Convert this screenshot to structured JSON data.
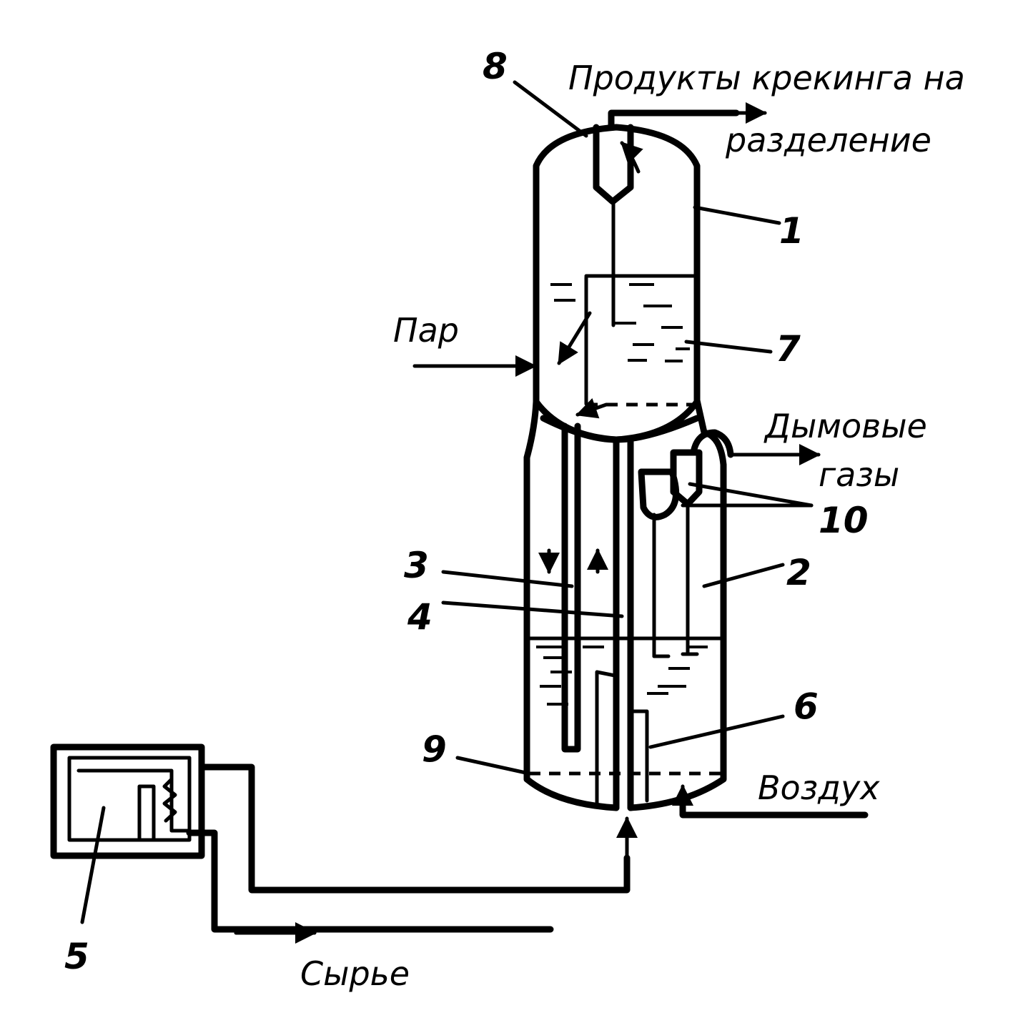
{
  "texts": {
    "cracking_products": "Продукты крекинга на",
    "separation": "разделение",
    "steam": "Пар",
    "flue_gases_1": "Дымовые",
    "flue_gases_2": "газы",
    "air": "Воздух",
    "feed": "Сырье"
  },
  "labels": {
    "n1": "1",
    "n2": "2",
    "n3": "3",
    "n4": "4",
    "n5": "5",
    "n6": "6",
    "n7": "7",
    "n8": "8",
    "n9": "9",
    "n10": "10"
  }
}
